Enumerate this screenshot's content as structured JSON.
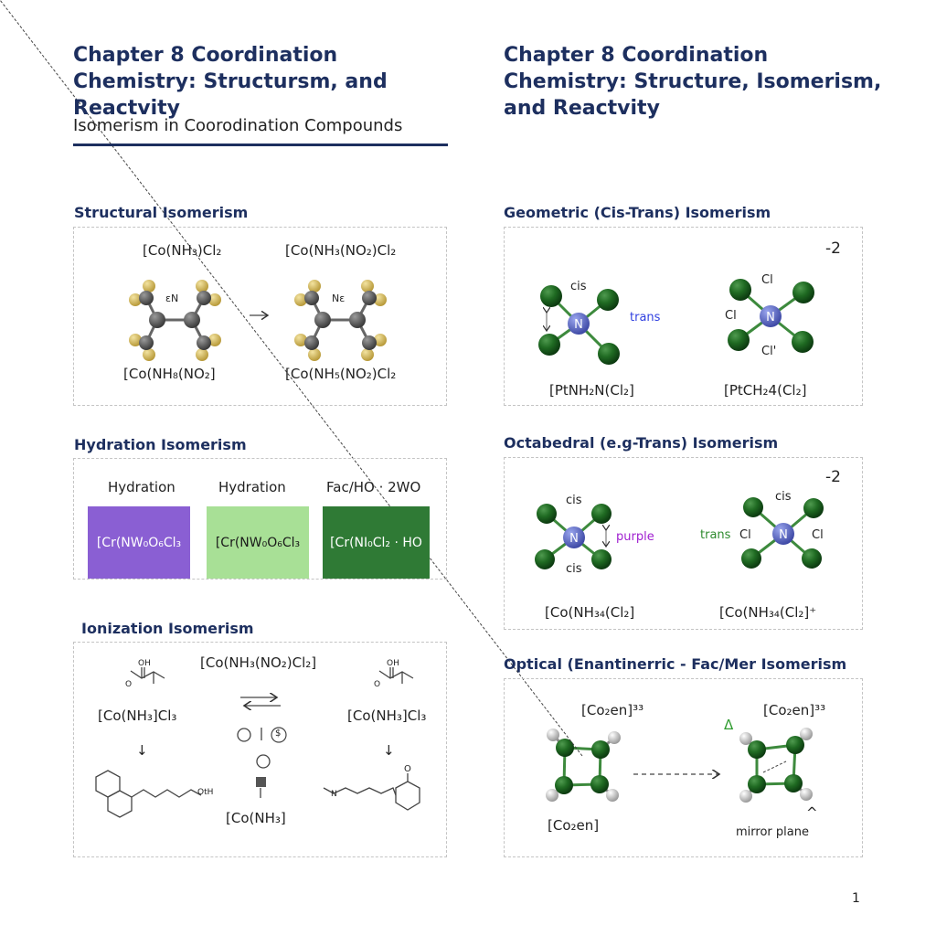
{
  "header": {
    "left_title": "Chapter 8 Coordination Chemistry: Structursm, and Reactvity",
    "right_title": "Chapter 8 Coordination Chemistry: Structure, Isomerism, and Reactvity",
    "subtitle": "Isomerism in Coorodination Compounds"
  },
  "structural": {
    "heading": "Structural Isomerism",
    "top_left": "[Co(NH₃)Cl₂",
    "top_right": "[Co(NH₃(NO₂)Cl₂",
    "atom_left": "εN",
    "atom_right": "Nε",
    "arrow": "→",
    "bottom_left": "[Co(NH₈(NO₂]",
    "bottom_right": "[Co(NH₅(NO₂)Cl₂"
  },
  "hydration": {
    "heading": "Hydration Isomerism",
    "tiles": [
      {
        "label": "Hydration",
        "formula": "[Cr(NW₀O₆Cl₃",
        "color": "#8a5fd3",
        "text_color": "#ffffff"
      },
      {
        "label": "Hydration",
        "formula": "[Cr(NW₀O₆Cl₃",
        "color": "#a8e096",
        "text_color": "#1a1a1a"
      },
      {
        "label": "Fac/HO · 2WO",
        "formula": "[Cr(NI₀Cl₂ · HO",
        "color": "#2f7a35",
        "text_color": "#ffffff"
      }
    ]
  },
  "ionization": {
    "heading": "Ionization Isomerism",
    "center_top": "[Co(NH₃(NO₂)Cl₂]",
    "left_formula": "[Co(NH₃]Cl₃",
    "right_formula": "[Co(NH₃]Cl₃",
    "left_oh": "OH",
    "right_oh": "OH",
    "o_label": "O",
    "left_tail": "OtH",
    "right_n": "N",
    "right_o": "O",
    "center_bottom": "[Co(NH₃]",
    "coin_symbol": "$",
    "down_arrow": "↓"
  },
  "geometric": {
    "heading": "Geometric (Cis-Trans) Isomerism",
    "charge": "-2",
    "cis": "cis",
    "trans": "trans",
    "center": "N",
    "cl_top": "Cl",
    "cl_left": "Cl",
    "cl_bottom": "Cl'",
    "left_formula": "[PtNH₂N(Cl₂]",
    "right_formula": "[PtCH₂4(Cl₂]",
    "trans_color": "#2f3fe0"
  },
  "octahedral": {
    "heading": "Octabedral (e.g-Trans) Isomerism",
    "charge": "-2",
    "cis_top": "cis",
    "cis_bottom": "cis",
    "purple": "purple",
    "cis_right": "cis",
    "trans": "trans",
    "cl_left": "Cl",
    "cl_right": "Cl",
    "center": "N",
    "left_formula": "[Co(NH₃₄(Cl₂]",
    "right_formula": "[Co(NH₃₄(Cl₂]⁺",
    "purple_color": "#a020d0",
    "trans_color": "#2e8b2e"
  },
  "optical": {
    "heading": "Optical (Enantinerric - Fac/Mer Isomerism",
    "left_top": "[Co₂en]³³",
    "right_top": "[Co₂en]³³",
    "left_bottom": "[Co₂en]",
    "delta": "Δ",
    "caret": "^",
    "mirror": "mirror plane"
  },
  "page_number": "1"
}
